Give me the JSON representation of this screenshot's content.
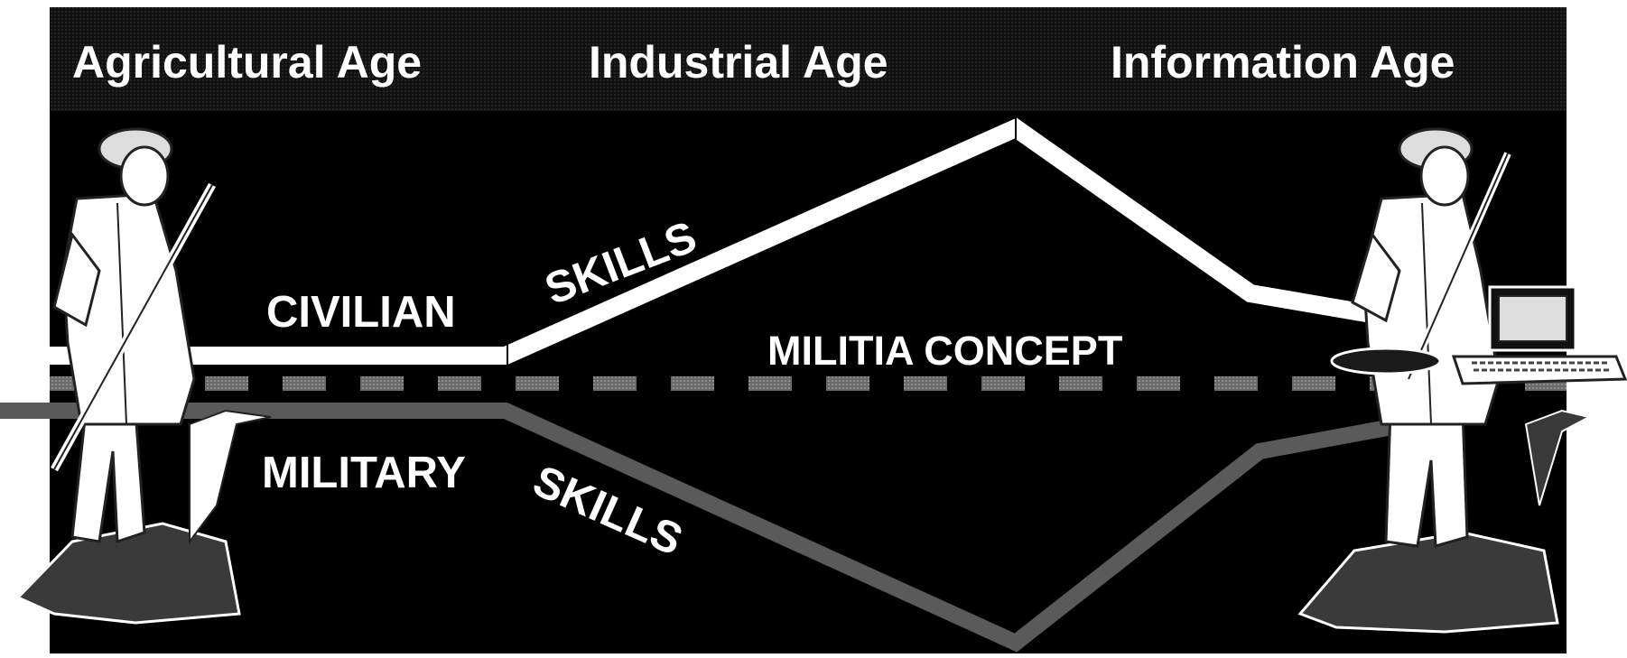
{
  "ages": [
    {
      "label": "Agricultural Age"
    },
    {
      "label": "Industrial Age"
    },
    {
      "label": "Information Age"
    }
  ],
  "labels": {
    "civilian": "CIVILIAN",
    "skills_upper": "SKILLS",
    "militia": "MILITIA CONCEPT",
    "military": "MILITARY",
    "skills_lower": "SKILLS"
  },
  "figures": [
    {
      "name": "minuteman-with-musket",
      "icon": "minuteman-statue-icon"
    },
    {
      "name": "minuteman-with-laptop",
      "icon": "minuteman-laptop-icon"
    }
  ],
  "colors": {
    "background": "#000000",
    "header_band": "#1a1a1a",
    "civilian_line": "#ffffff",
    "militia_dash": "#8c8c8c",
    "military_line": "#5a5a5a",
    "text": "#ffffff"
  }
}
